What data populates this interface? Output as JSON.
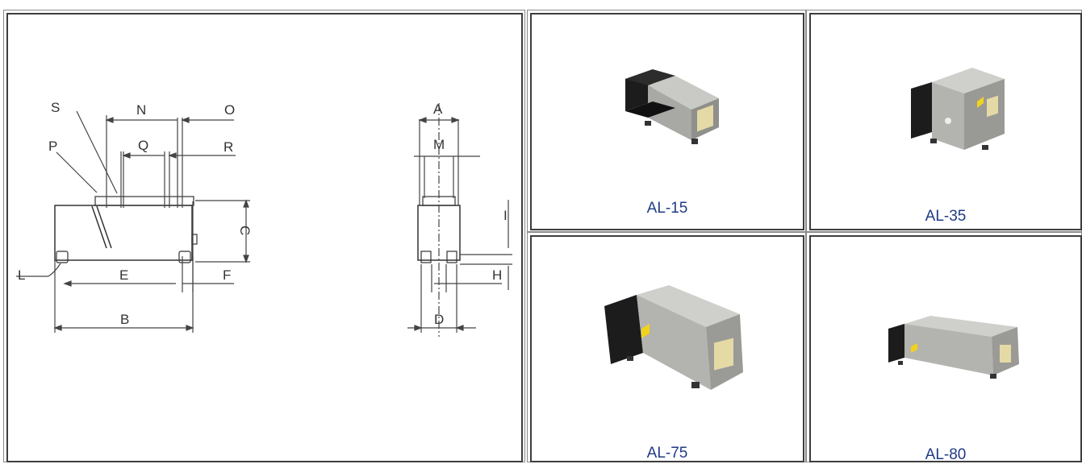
{
  "drawing": {
    "labels": {
      "A": "A",
      "B": "B",
      "C": "C",
      "D": "D",
      "E": "E",
      "F": "F",
      "H": "H",
      "I": "I",
      "L": "L",
      "M": "M",
      "N": "N",
      "O": "O",
      "P": "P",
      "Q": "Q",
      "R": "R",
      "S": "S"
    }
  },
  "products": [
    {
      "caption": "AL-15"
    },
    {
      "caption": "AL-35"
    },
    {
      "caption": "AL-75"
    },
    {
      "caption": "AL-80"
    }
  ],
  "colors": {
    "caption": "#1f3b86",
    "cell_border": "#3d3d3d",
    "steel": "#b9b9b5",
    "black_housing": "#1c1c1c",
    "warning_label": "#f3d21c"
  },
  "icons": [
    "warning-label-icon"
  ]
}
